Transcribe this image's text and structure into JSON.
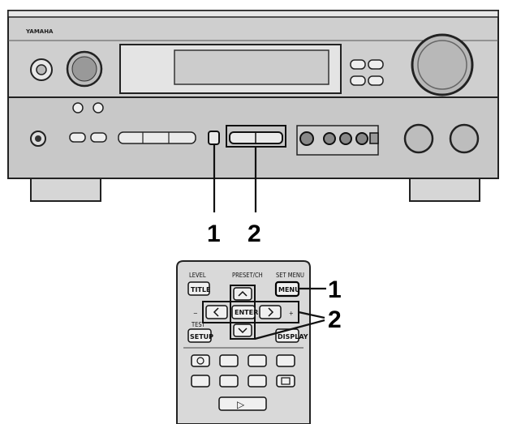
{
  "receiver": {
    "brand": "YAMAHA"
  },
  "callouts": {
    "receiver_1": "1",
    "receiver_2": "2",
    "remote_1": "1",
    "remote_2": "2"
  },
  "remote": {
    "level_label": "LEVEL",
    "title_button": "TITLE",
    "preset_label": "PRESET/CH",
    "set_menu_label": "SET MENU",
    "menu_button": "MENU",
    "enter_button": "ENTER",
    "minus_label": "−",
    "plus_label": "+",
    "test_label": "TEST",
    "setup_button": "SETUP",
    "display_button": "DISPLAY",
    "play_icon": "▷"
  },
  "colors": {
    "panel": "#cfcfcf",
    "outline": "#222222",
    "remote_body": "#d9d9d9"
  }
}
